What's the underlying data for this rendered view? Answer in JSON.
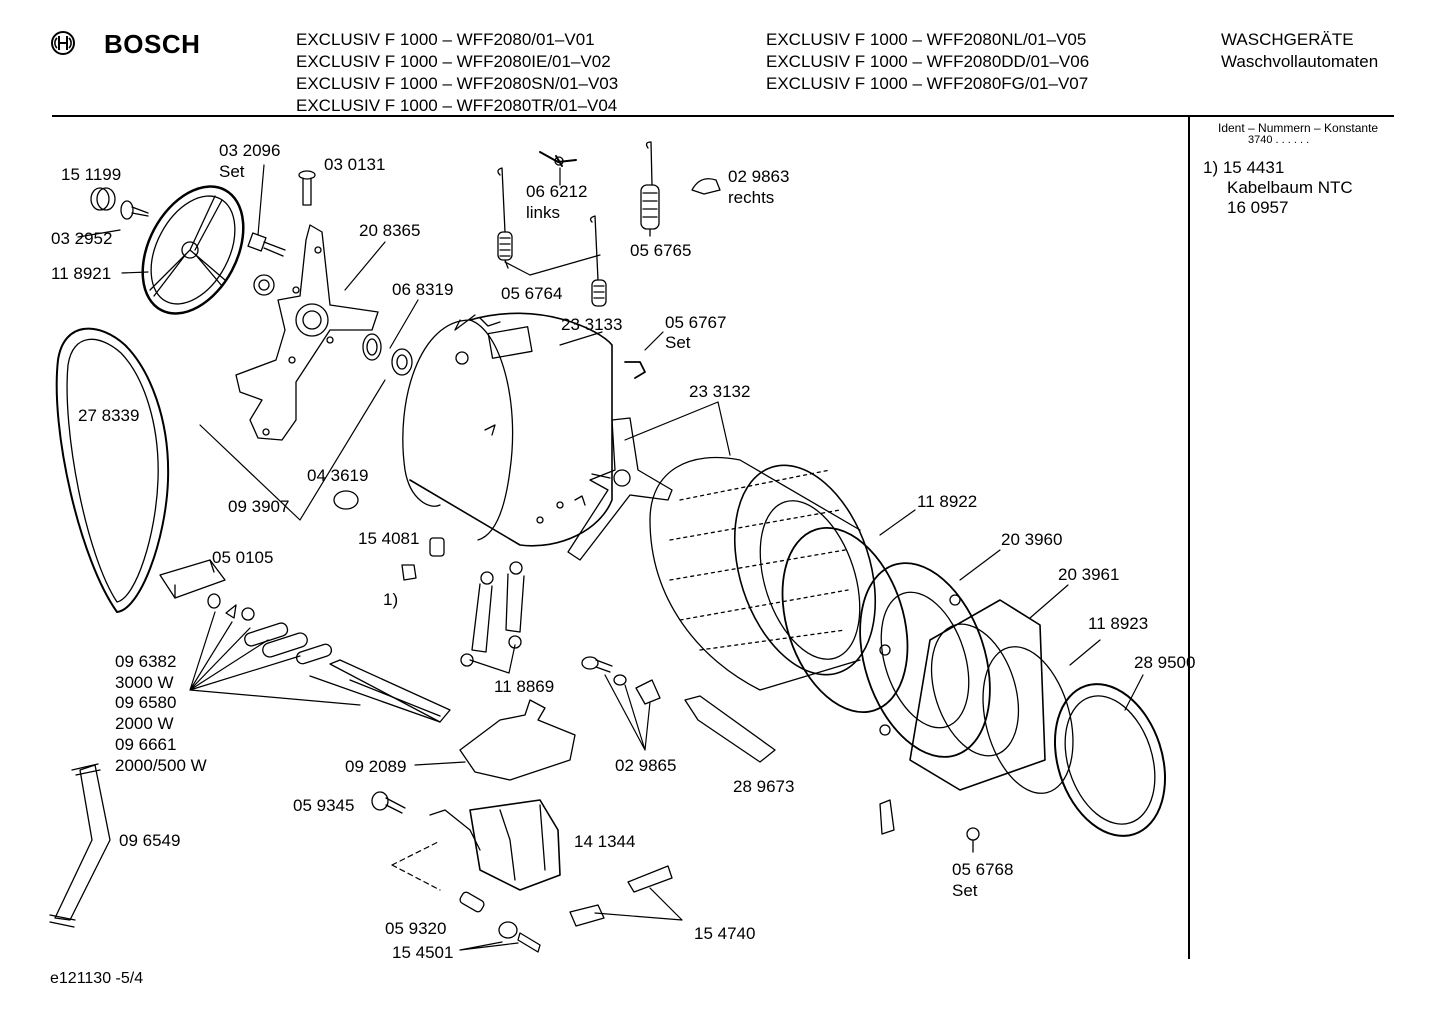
{
  "header": {
    "brand": "BOSCH",
    "models_left": [
      "EXCLUSIV F 1000 – WFF2080/01–V01",
      "EXCLUSIV F 1000 – WFF2080IE/01–V02",
      "EXCLUSIV F 1000 – WFF2080SN/01–V03",
      "EXCLUSIV F 1000 – WFF2080TR/01–V04"
    ],
    "models_right": [
      "EXCLUSIV F 1000 – WFF2080NL/01–V05",
      "EXCLUSIV F 1000 – WFF2080DD/01–V06",
      "EXCLUSIV F 1000 – WFF2080FG/01–V07"
    ],
    "category": [
      "WASCHGERÄTE",
      "Waschvollautomaten"
    ]
  },
  "sidebar": {
    "heading": "Ident – Nummern – Konstante",
    "subheading": "3740  . .    . . . .",
    "note_lines": [
      "1)  15 4431",
      "Kabelbaum NTC",
      "16 0957"
    ]
  },
  "parts": {
    "p151199": "15 1199",
    "p032096": "03 2096",
    "p032096_set": "Set",
    "p030131": "03 0131",
    "p032952": "03 2952",
    "p118921": "11 8921",
    "p208365": "20 8365",
    "p066212": "06 6212",
    "p066212_side": "links",
    "p056764": "05 6764",
    "p056765": "05 6765",
    "p029863": "02 9863",
    "p029863_side": "rechts",
    "p068319": "06 8319",
    "p233133": "23 3133",
    "p056767": "05 6767",
    "p056767_set": "Set",
    "p278339": "27 8339",
    "p233132": "23 3132",
    "p043619": "04 3619",
    "p093907": "09 3907",
    "p118922": "11 8922",
    "p154081": "15 4081",
    "p203960": "20 3960",
    "p050105": "05 0105",
    "p203961": "20 3961",
    "note1": "1)",
    "p118923": "11 8923",
    "p289500": "28 9500",
    "p096382": "09 6382",
    "w3000": "3000 W",
    "p096580": "09 6580",
    "w2000": "2000 W",
    "p096661": "09 6661",
    "w2000_500": "2000/500 W",
    "p118869": "11 8869",
    "p092089": "09 2089",
    "p029865": "02 9865",
    "p289673": "28 9673",
    "p059345": "05 9345",
    "p141344": "14 1344",
    "p096549": "09 6549",
    "p056768": "05 6768",
    "p056768_set": "Set",
    "p059320": "05 9320",
    "p154740": "15 4740",
    "p154501": "15 4501"
  },
  "footer": {
    "code": "e121130 -5/4"
  }
}
